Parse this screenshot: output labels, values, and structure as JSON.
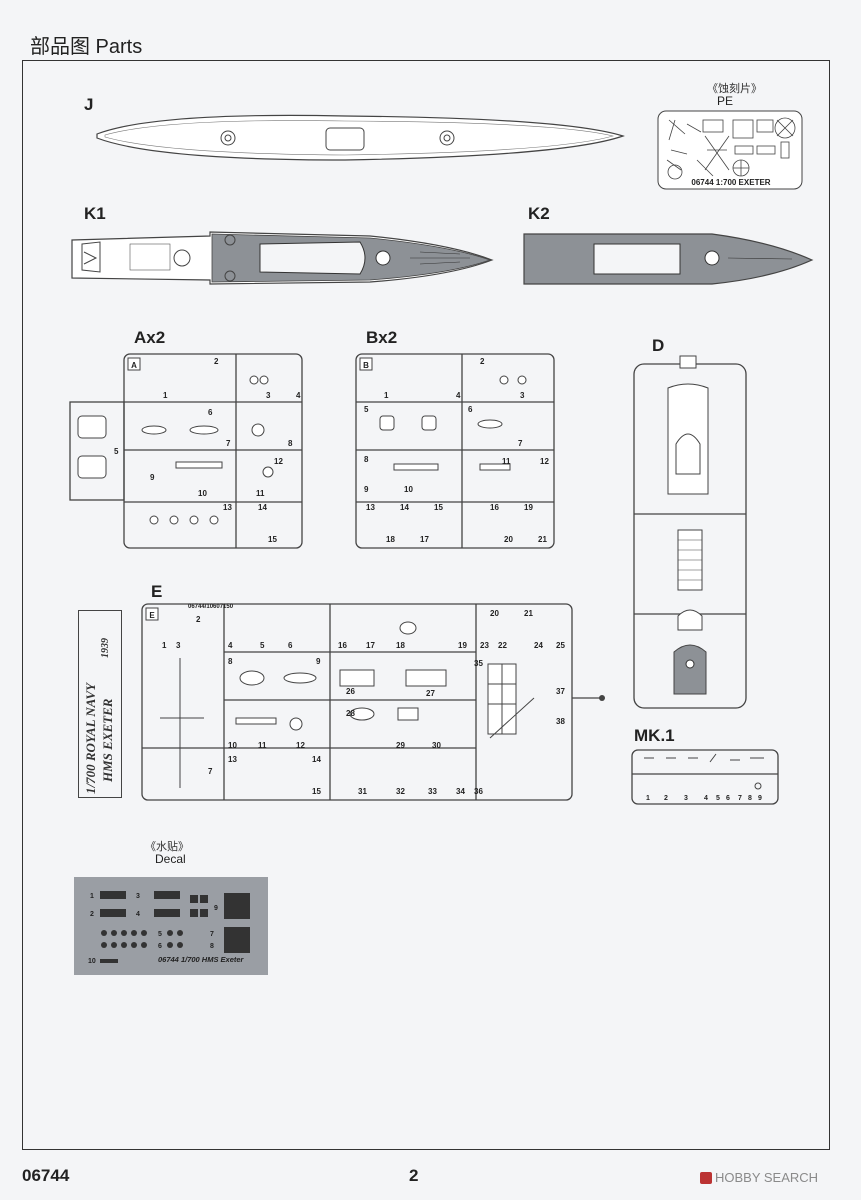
{
  "page": {
    "title": "部品图 Parts",
    "code": "06744",
    "page_number": "2",
    "watermark": "HOBBY SEARCH"
  },
  "parts": {
    "J": {
      "label": "J"
    },
    "K1": {
      "label": "K1"
    },
    "K2": {
      "label": "K2"
    },
    "A": {
      "label": "Ax2",
      "tag": "A"
    },
    "B": {
      "label": "Bx2",
      "tag": "B"
    },
    "D": {
      "label": "D"
    },
    "E": {
      "label": "E",
      "tag": "E",
      "logo_line1": "1/700 ROYAL NAVY",
      "logo_line2": "HMS EXETER",
      "logo_year": "1939",
      "sprue_code": "06744/10607150"
    },
    "MK1": {
      "label": "MK.1"
    },
    "PE": {
      "label_cn": "《蚀刻片》",
      "label": "PE",
      "caption": "06744  1:700  EXETER"
    },
    "Decal": {
      "label_cn": "《水贴》",
      "label": "Decal",
      "caption": "06744 1/700 HMS Exeter"
    }
  },
  "sprue_numbers": {
    "A": [
      "1",
      "2",
      "3",
      "4",
      "5",
      "6",
      "7",
      "8",
      "9",
      "10",
      "11",
      "12",
      "13",
      "14",
      "15"
    ],
    "B": [
      "1",
      "2",
      "3",
      "4",
      "5",
      "6",
      "7",
      "8",
      "9",
      "10",
      "11",
      "12",
      "13",
      "14",
      "15",
      "16",
      "17",
      "18",
      "19",
      "20",
      "21"
    ],
    "E": [
      "1",
      "2",
      "3",
      "4",
      "5",
      "6",
      "7",
      "8",
      "9",
      "10",
      "11",
      "12",
      "13",
      "14",
      "15",
      "16",
      "17",
      "18",
      "19",
      "20",
      "21",
      "22",
      "23",
      "24",
      "25",
      "26",
      "27",
      "28",
      "29",
      "30",
      "31",
      "32",
      "33",
      "34",
      "35",
      "36",
      "37",
      "38"
    ],
    "MK1": [
      "1",
      "2",
      "3",
      "4",
      "5",
      "6",
      "7",
      "8",
      "9"
    ],
    "Decal": [
      "1",
      "2",
      "3",
      "4",
      "5",
      "6",
      "7",
      "8",
      "9",
      "10"
    ]
  }
}
